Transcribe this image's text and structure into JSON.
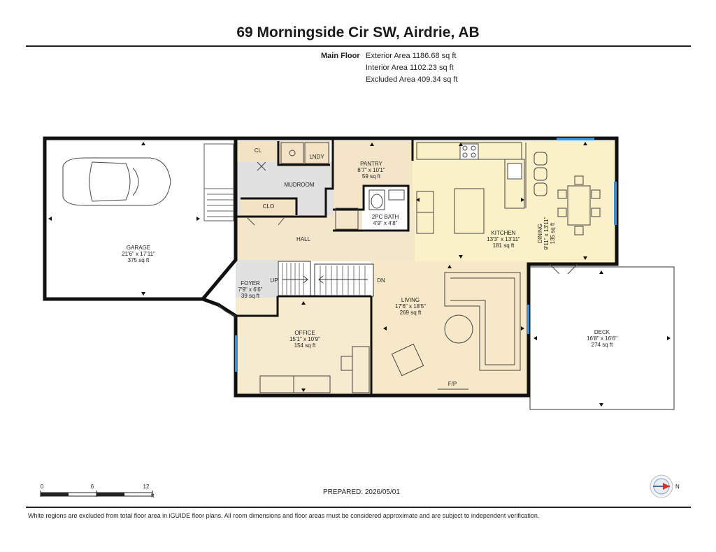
{
  "header": {
    "address": "69 Morningside Cir SW, Airdrie, AB"
  },
  "summary": {
    "floor_label": "Main Floor",
    "exterior_area": "Exterior Area 1186.68 sq ft",
    "interior_area": "Interior Area 1102.23 sq ft",
    "excluded_area": "Excluded Area 409.34 sq ft"
  },
  "rooms": {
    "garage": {
      "name": "GARAGE",
      "dims": "21'6\" x 17'11\"",
      "area": "375 sq ft"
    },
    "cl": {
      "name": "CL"
    },
    "lndy": {
      "name": "LNDY"
    },
    "mudroom": {
      "name": "MUDROOM"
    },
    "clo": {
      "name": "CLO"
    },
    "pantry": {
      "name": "PANTRY",
      "dims": "8'7\" x 10'1\"",
      "area": "59 sq ft"
    },
    "bath": {
      "name": "2PC BATH",
      "dims": "4'9\" x 4'8\""
    },
    "kitchen": {
      "name": "KITCHEN",
      "dims": "13'3\" x 13'11\"",
      "area": "181 sq ft"
    },
    "dining": {
      "name": "DINING",
      "dims": "9'11\" x 13'11\"",
      "area": "135 sq ft"
    },
    "hall": {
      "name": "HALL"
    },
    "foyer": {
      "name": "FOYER",
      "dims": "7'9\" x 6'6\"",
      "area": "39 sq ft"
    },
    "office": {
      "name": "OFFICE",
      "dims": "15'1\" x 10'9\"",
      "area": "154 sq ft"
    },
    "living": {
      "name": "LIVING",
      "dims": "17'6\" x 18'5\"",
      "area": "269 sq ft"
    },
    "deck": {
      "name": "DECK",
      "dims": "16'8\" x 16'6\"",
      "area": "274 sq ft"
    }
  },
  "labels": {
    "stairs_up": "UP",
    "stairs_down": "DN",
    "fireplace": "F/P"
  },
  "scale": {
    "ticks": [
      "0",
      "6",
      "12"
    ],
    "unit": "ft"
  },
  "compass": {
    "north_label": "N"
  },
  "prepared": "PREPARED: 2026/05/01",
  "footer": "White regions are excluded from total floor area in iGUIDE floor plans. All room dimensions and floor areas must be considered approximate and are subject to independent verification.",
  "colors": {
    "wall": "#111111",
    "window": "#3d8fce",
    "kitchen_fill": "#faf1c8",
    "living_fill": "#f6e8c8",
    "mudroom_fill": "#e1e1e1",
    "floor_fill": "#f3e6cc"
  }
}
